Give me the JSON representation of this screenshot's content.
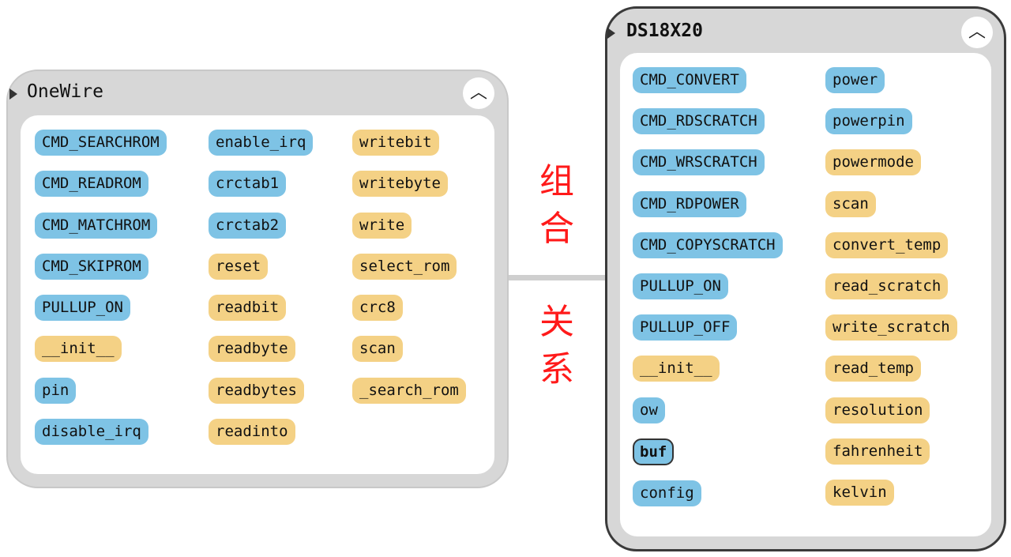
{
  "relation": {
    "chars_top": [
      "组",
      "合"
    ],
    "chars_bottom": [
      "关",
      "系"
    ],
    "color": "#ff1a1a"
  },
  "onewire": {
    "title": "OneWire",
    "collapse_symbol": "︿",
    "columns": [
      [
        {
          "name": "CMD_SEARCHROM",
          "kind": "attr"
        },
        {
          "name": "CMD_READROM",
          "kind": "attr"
        },
        {
          "name": "CMD_MATCHROM",
          "kind": "attr"
        },
        {
          "name": "CMD_SKIPROM",
          "kind": "attr"
        },
        {
          "name": "PULLUP_ON",
          "kind": "attr"
        },
        {
          "name": "__init__",
          "kind": "method"
        },
        {
          "name": "pin",
          "kind": "attr"
        },
        {
          "name": "disable_irq",
          "kind": "attr"
        }
      ],
      [
        {
          "name": "enable_irq",
          "kind": "attr"
        },
        {
          "name": "crctab1",
          "kind": "attr"
        },
        {
          "name": "crctab2",
          "kind": "attr"
        },
        {
          "name": "reset",
          "kind": "method"
        },
        {
          "name": "readbit",
          "kind": "method"
        },
        {
          "name": "readbyte",
          "kind": "method"
        },
        {
          "name": "readbytes",
          "kind": "method"
        },
        {
          "name": "readinto",
          "kind": "method"
        }
      ],
      [
        {
          "name": "writebit",
          "kind": "method"
        },
        {
          "name": "writebyte",
          "kind": "method"
        },
        {
          "name": "write",
          "kind": "method"
        },
        {
          "name": "select_rom",
          "kind": "method"
        },
        {
          "name": "crc8",
          "kind": "method"
        },
        {
          "name": "scan",
          "kind": "method"
        },
        {
          "name": "_search_rom",
          "kind": "method"
        }
      ]
    ]
  },
  "ds18x20": {
    "title": "DS18X20",
    "collapse_symbol": "︿",
    "columns": [
      [
        {
          "name": "CMD_CONVERT",
          "kind": "attr"
        },
        {
          "name": "CMD_RDSCRATCH",
          "kind": "attr"
        },
        {
          "name": "CMD_WRSCRATCH",
          "kind": "attr"
        },
        {
          "name": "CMD_RDPOWER",
          "kind": "attr"
        },
        {
          "name": "CMD_COPYSCRATCH",
          "kind": "attr"
        },
        {
          "name": "PULLUP_ON",
          "kind": "attr"
        },
        {
          "name": "PULLUP_OFF",
          "kind": "attr"
        },
        {
          "name": "__init__",
          "kind": "method"
        },
        {
          "name": "ow",
          "kind": "attr"
        },
        {
          "name": "buf",
          "kind": "attr",
          "highlight": true
        },
        {
          "name": "config",
          "kind": "attr"
        }
      ],
      [
        {
          "name": "power",
          "kind": "attr"
        },
        {
          "name": "powerpin",
          "kind": "attr"
        },
        {
          "name": "powermode",
          "kind": "method"
        },
        {
          "name": "scan",
          "kind": "method"
        },
        {
          "name": "convert_temp",
          "kind": "method"
        },
        {
          "name": "read_scratch",
          "kind": "method"
        },
        {
          "name": "write_scratch",
          "kind": "method"
        },
        {
          "name": "read_temp",
          "kind": "method"
        },
        {
          "name": "resolution",
          "kind": "method"
        },
        {
          "name": "fahrenheit",
          "kind": "method"
        },
        {
          "name": "kelvin",
          "kind": "method"
        }
      ]
    ]
  }
}
